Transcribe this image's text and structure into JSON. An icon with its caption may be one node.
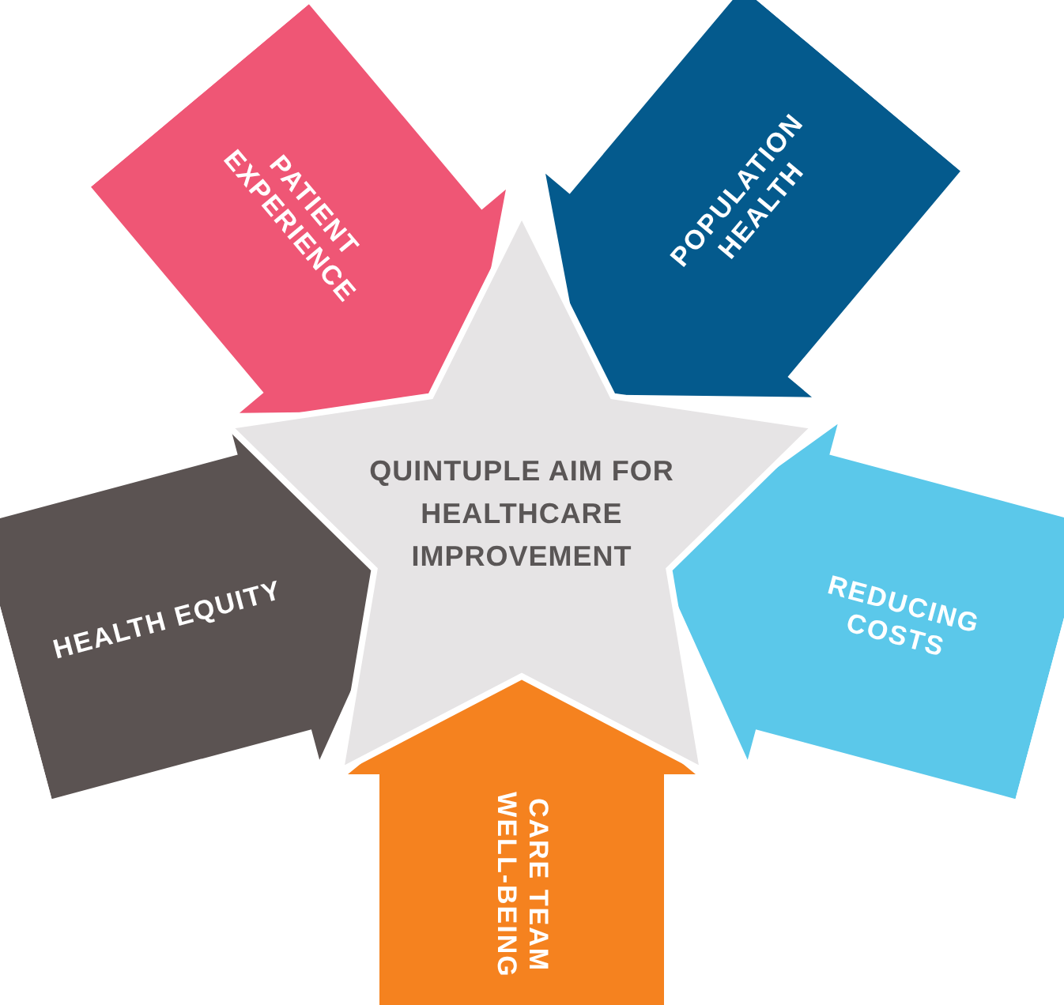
{
  "diagram": {
    "nodes": [
      {
        "text": [
          "PATIENT EXPERIENCE"
        ]
      },
      {
        "text": [
          "POPULATION HEALTH"
        ]
      },
      {
        "text": [
          "QUINTUPLE AIM FOR HEALTHCARE IMPROVEMENT"
        ]
      },
      {
        "text": [
          "HEALTH EQUITY"
        ]
      },
      {
        "text": [
          "REDUCING COSTS"
        ]
      },
      {
        "text": [
          "CARE TEAM WELL-BEING"
        ]
      }
    ],
    "edges": []
  }
}
